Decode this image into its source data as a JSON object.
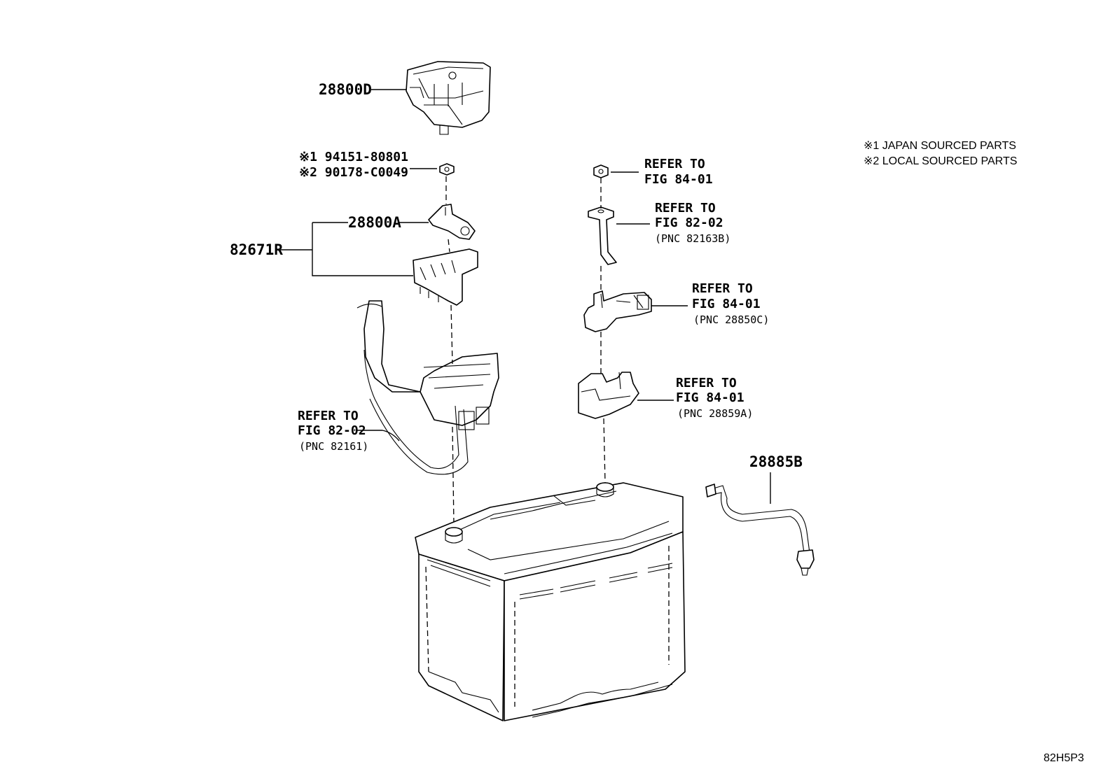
{
  "legend": {
    "note1": "※1 JAPAN SOURCED PARTS",
    "note2": "※2 LOCAL SOURCED PARTS"
  },
  "parts": {
    "p28800D": "28800D",
    "p28800A": "28800A",
    "p82671R": "82671R",
    "p28885B": "28885B",
    "nut1": "※1 94151-80801",
    "nut2": "※2 90178-C0049"
  },
  "refs": {
    "r1": {
      "line1": "REFER TO",
      "line2": "FIG 84-01"
    },
    "r2": {
      "line1": "REFER TO",
      "line2": "FIG 82-02",
      "line3": "(PNC 82163B)"
    },
    "r3": {
      "line1": "REFER TO",
      "line2": "FIG 84-01",
      "line3": "(PNC 28850C)"
    },
    "r4": {
      "line1": "REFER TO",
      "line2": "FIG 84-01",
      "line3": "(PNC 28859A)"
    },
    "r5": {
      "line1": "REFER TO",
      "line2": "FIG 82-02",
      "line3": "(PNC 82161)"
    }
  },
  "figure_code": "82H5P3"
}
